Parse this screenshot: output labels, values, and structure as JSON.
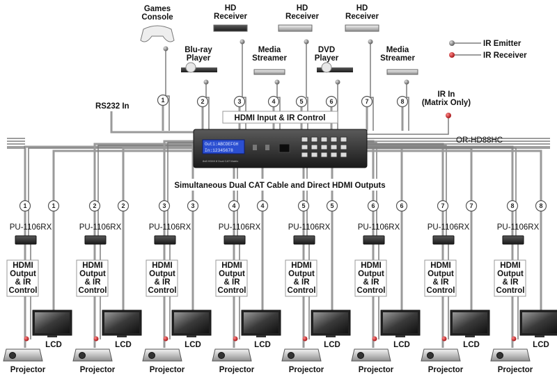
{
  "sources": [
    {
      "label_lines": [
        "Games",
        "Console"
      ],
      "icon": "gamepad-icon",
      "port": "1"
    },
    {
      "label_lines": [
        "Blu-ray",
        "Player"
      ],
      "icon": "disc-player-icon",
      "port": "2"
    },
    {
      "label_lines": [
        "HD",
        "Receiver"
      ],
      "icon": "receiver-icon",
      "port": "3"
    },
    {
      "label_lines": [
        "Media",
        "Streamer"
      ],
      "icon": "streamer-icon",
      "port": "4"
    },
    {
      "label_lines": [
        "HD",
        "Receiver"
      ],
      "icon": "receiver-icon",
      "port": "5"
    },
    {
      "label_lines": [
        "DVD",
        "Player"
      ],
      "icon": "disc-player-icon",
      "port": "6"
    },
    {
      "label_lines": [
        "HD",
        "Receiver"
      ],
      "icon": "receiver-icon",
      "port": "7"
    },
    {
      "label_lines": [
        "Media",
        "Streamer"
      ],
      "icon": "streamer-icon",
      "port": "8"
    }
  ],
  "legend": {
    "emitter": "IR Emitter",
    "receiver": "IR Receiver"
  },
  "ir_in_lines": [
    "IR In",
    "(Matrix Only)"
  ],
  "rs232_label": "RS232 In",
  "input_banner": "HDMI Input & IR Control",
  "matrix": {
    "model": "OR-HD88HC",
    "lcd_lines": [
      "Out1:ABCDEFGH",
      "In:12345678"
    ],
    "front_text": "8x8 HDMI 8 Dual CAT Matrix"
  },
  "output_banner": "Simultaneous Dual CAT Cable and Direct HDMI Outputs",
  "outputs": [
    {
      "port": "1",
      "receiver": "PU-1106RX",
      "box_lines": [
        "HDMI",
        "Output",
        "& IR",
        "Control"
      ],
      "projector": "Projector",
      "lcd": "LCD"
    },
    {
      "port": "2",
      "receiver": "PU-1106RX",
      "box_lines": [
        "HDMI",
        "Output",
        "& IR",
        "Control"
      ],
      "projector": "Projector",
      "lcd": "LCD"
    },
    {
      "port": "3",
      "receiver": "PU-1106RX",
      "box_lines": [
        "HDMI",
        "Output",
        "& IR",
        "Control"
      ],
      "projector": "Projector",
      "lcd": "LCD"
    },
    {
      "port": "4",
      "receiver": "PU-1106RX",
      "box_lines": [
        "HDMI",
        "Output",
        "& IR",
        "Control"
      ],
      "projector": "Projector",
      "lcd": "LCD"
    },
    {
      "port": "5",
      "receiver": "PU-1106RX",
      "box_lines": [
        "HDMI",
        "Output",
        "& IR",
        "Control"
      ],
      "projector": "Projector",
      "lcd": "LCD"
    },
    {
      "port": "6",
      "receiver": "PU-1106RX",
      "box_lines": [
        "HDMI",
        "Output",
        "& IR",
        "Control"
      ],
      "projector": "Projector",
      "lcd": "LCD"
    },
    {
      "port": "7",
      "receiver": "PU-1106RX",
      "box_lines": [
        "HDMI",
        "Output",
        "& IR",
        "Control"
      ],
      "projector": "Projector",
      "lcd": "LCD"
    },
    {
      "port": "8",
      "receiver": "PU-1106RX",
      "box_lines": [
        "HDMI",
        "Output",
        "& IR",
        "Control"
      ],
      "projector": "Projector",
      "lcd": "LCD"
    }
  ],
  "colors": {
    "wire": "#9a9a9a",
    "ir_receiver": "#c0181b",
    "ir_emitter": "#8a8a8a",
    "matrix_lcd": "#2b4fd1",
    "device_dark": "#2a2a2a"
  }
}
